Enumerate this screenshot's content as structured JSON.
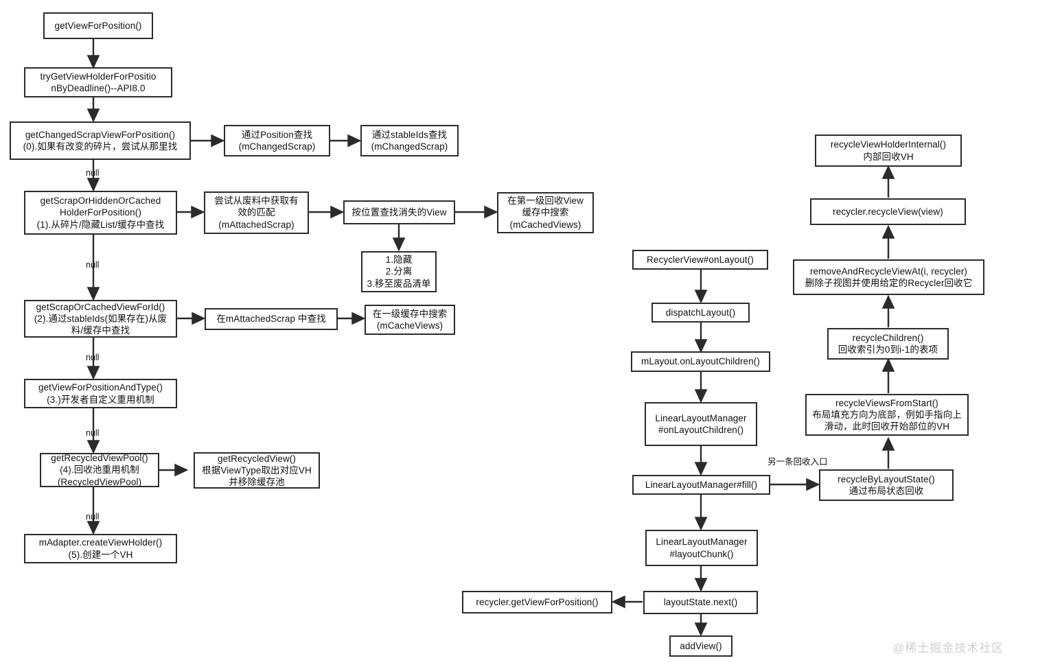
{
  "diagram": {
    "title": "RecyclerView getViewForPosition / onLayout recycling flow",
    "colors": {
      "stroke": "#2b2b2b",
      "background": "#ffffff",
      "text": "#111111",
      "watermark": "#cfcfcf"
    },
    "watermark": "@稀土掘金技术社区",
    "nodes": [
      {
        "id": "n01",
        "name": "get-view-for-position",
        "lines": [
          "getViewForPosition()"
        ]
      },
      {
        "id": "n02",
        "name": "try-get-view-holder-for-position",
        "lines": [
          "tryGetViewHolderForPositio",
          "nByDeadline()--API8.0"
        ]
      },
      {
        "id": "n03",
        "name": "get-changed-scrap-view-for-position",
        "lines": [
          "getChangedScrapViewForPosition()",
          "(0).如果有改变的碎片，尝试从那里找"
        ]
      },
      {
        "id": "n04",
        "name": "find-by-position-changed-scrap",
        "lines": [
          "通过Position查找",
          "(mChangedScrap)"
        ]
      },
      {
        "id": "n05",
        "name": "find-by-stableids-changed-scrap",
        "lines": [
          "通过stableIds查找",
          "(mChangedScrap)"
        ]
      },
      {
        "id": "n06",
        "name": "get-scrap-or-hidden-or-cached-holder",
        "lines": [
          "getScrapOrHiddenOrCached",
          "HolderForPosition()",
          "(1).从碎片/隐藏List/缓存中查找"
        ]
      },
      {
        "id": "n07",
        "name": "try-valid-match-from-scrap",
        "lines": [
          "尝试从废料中获取有",
          "效的匹配",
          "(mAttachedScrap)"
        ]
      },
      {
        "id": "n08",
        "name": "find-disappearing-view-by-position",
        "lines": [
          "按位置查找消失的View"
        ]
      },
      {
        "id": "n09",
        "name": "search-first-level-cached-views",
        "lines": [
          "在第一级回收View",
          "缓存中搜索",
          "(mCachedViews)"
        ]
      },
      {
        "id": "n10",
        "name": "hide-detach-move-to-scrap-steps",
        "lines": [
          "1.隐藏",
          "2.分离",
          "3.移至废品清单"
        ]
      },
      {
        "id": "n11",
        "name": "get-scrap-or-cached-view-for-id",
        "lines": [
          "getScrapOrCachedViewForId()",
          "(2).通过stableIds(如果存在)从废",
          "料/缓存中查找"
        ]
      },
      {
        "id": "n12",
        "name": "find-in-mattachedscrap",
        "lines": [
          "在mAttachedScrap 中查找"
        ]
      },
      {
        "id": "n13",
        "name": "search-level-one-cache",
        "lines": [
          "在一级缓存中搜索",
          "(mCacheViews)"
        ]
      },
      {
        "id": "n14",
        "name": "get-view-for-position-and-type",
        "lines": [
          "getViewForPositionAndType()",
          "(3.)开发者自定义重用机制"
        ]
      },
      {
        "id": "n15",
        "name": "get-recycled-view-pool",
        "lines": [
          "getRecycledViewPool()",
          "(4).回收池重用机制",
          "(RecycledViewPool)"
        ]
      },
      {
        "id": "n16",
        "name": "get-recycled-view",
        "lines": [
          "getRecycledView()",
          "根据ViewType取出对应VH",
          "并移除缓存池"
        ]
      },
      {
        "id": "n17",
        "name": "madapter-create-view-holder",
        "lines": [
          "mAdapter.createViewHolder()",
          "(5).创建一个VH"
        ]
      },
      {
        "id": "n18",
        "name": "recyclerview-onlayout",
        "lines": [
          "RecyclerView#onLayout()"
        ]
      },
      {
        "id": "n19",
        "name": "dispatch-layout",
        "lines": [
          "dispatchLayout()"
        ]
      },
      {
        "id": "n20",
        "name": "mlayout-onlayoutchildren",
        "lines": [
          "mLayout.onLayoutChildren()"
        ]
      },
      {
        "id": "n21",
        "name": "linearlayoutmanager-onlayoutchildren",
        "lines": [
          "LinearLayoutManager",
          "#onLayoutChildren()"
        ]
      },
      {
        "id": "n22",
        "name": "linearlayoutmanager-fill",
        "lines": [
          "LinearLayoutManager#fill()"
        ]
      },
      {
        "id": "n23",
        "name": "linearlayoutmanager-layoutchunk",
        "lines": [
          "LinearLayoutManager",
          "#layoutChunk()"
        ]
      },
      {
        "id": "n24",
        "name": "layoutstate-next",
        "lines": [
          "layoutState.next()"
        ]
      },
      {
        "id": "n25",
        "name": "recycler-get-view-for-position",
        "lines": [
          "recycler.getViewForPosition()"
        ]
      },
      {
        "id": "n26",
        "name": "add-view",
        "lines": [
          "addView()"
        ]
      },
      {
        "id": "n27",
        "name": "recycle-view-holder-internal",
        "lines": [
          "recycleViewHolderInternal()",
          "内部回收VH"
        ]
      },
      {
        "id": "n28",
        "name": "recycler-recycle-view",
        "lines": [
          "recycler.recycleView(view)"
        ]
      },
      {
        "id": "n29",
        "name": "remove-and-recycle-view-at",
        "lines": [
          "removeAndRecycleViewAt(i, recycler)",
          "删除子视图并使用给定的Recycler回收它"
        ]
      },
      {
        "id": "n30",
        "name": "recycle-children",
        "lines": [
          "recycleChildren()",
          "回收索引为0到i-1的表项"
        ]
      },
      {
        "id": "n31",
        "name": "recycle-views-from-start",
        "lines": [
          "recycleViewsFromStart()",
          "布局填充方向为底部，例如手指向上",
          "滑动，此时回收开始部位的VH"
        ]
      },
      {
        "id": "n32",
        "name": "recycle-by-layout-state",
        "lines": [
          "recycleByLayoutState()",
          "通过布局状态回收"
        ]
      }
    ],
    "edge_labels": [
      {
        "id": "l1",
        "name": "edge-label-null-1",
        "text": "null"
      },
      {
        "id": "l2",
        "name": "edge-label-null-2",
        "text": "null"
      },
      {
        "id": "l3",
        "name": "edge-label-null-3",
        "text": "null"
      },
      {
        "id": "l4",
        "name": "edge-label-null-4",
        "text": "null"
      },
      {
        "id": "l5",
        "name": "edge-label-null-5",
        "text": "null"
      },
      {
        "id": "l6",
        "name": "edge-label-another-recycle-entry",
        "text": "另一条回收入口"
      }
    ]
  }
}
